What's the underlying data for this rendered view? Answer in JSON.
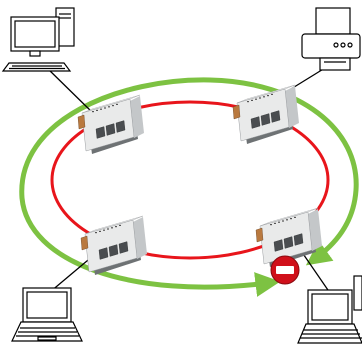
{
  "diagram": {
    "topology": "ring",
    "nodes": [
      {
        "id": "switch-top-left",
        "type": "industrial-ethernet-switch"
      },
      {
        "id": "switch-top-right",
        "type": "industrial-ethernet-switch"
      },
      {
        "id": "switch-bottom-left",
        "type": "industrial-ethernet-switch"
      },
      {
        "id": "switch-bottom-right",
        "type": "industrial-ethernet-switch"
      },
      {
        "id": "desktop-computer",
        "type": "desktop-computer-icon"
      },
      {
        "id": "printer",
        "type": "printer-icon"
      },
      {
        "id": "laptop",
        "type": "laptop-icon"
      },
      {
        "id": "laptop-bottom-right",
        "type": "laptop-icon"
      }
    ],
    "links": [
      {
        "from": "desktop-computer",
        "to": "switch-top-left"
      },
      {
        "from": "printer",
        "to": "switch-top-right"
      },
      {
        "from": "laptop",
        "to": "switch-bottom-left"
      },
      {
        "from": "laptop-bottom-right",
        "to": "switch-bottom-right"
      }
    ],
    "ring_status": "broken",
    "broken_link": {
      "between": [
        "switch-bottom-left",
        "switch-bottom-right"
      ]
    },
    "colors": {
      "primary_ring": "#e8151b",
      "backup_path": "#7dc242",
      "blocked_badge": "#d0101a",
      "switch_body": "#e9eaea",
      "switch_shadow": "#8f9294",
      "line": "#000000"
    }
  }
}
